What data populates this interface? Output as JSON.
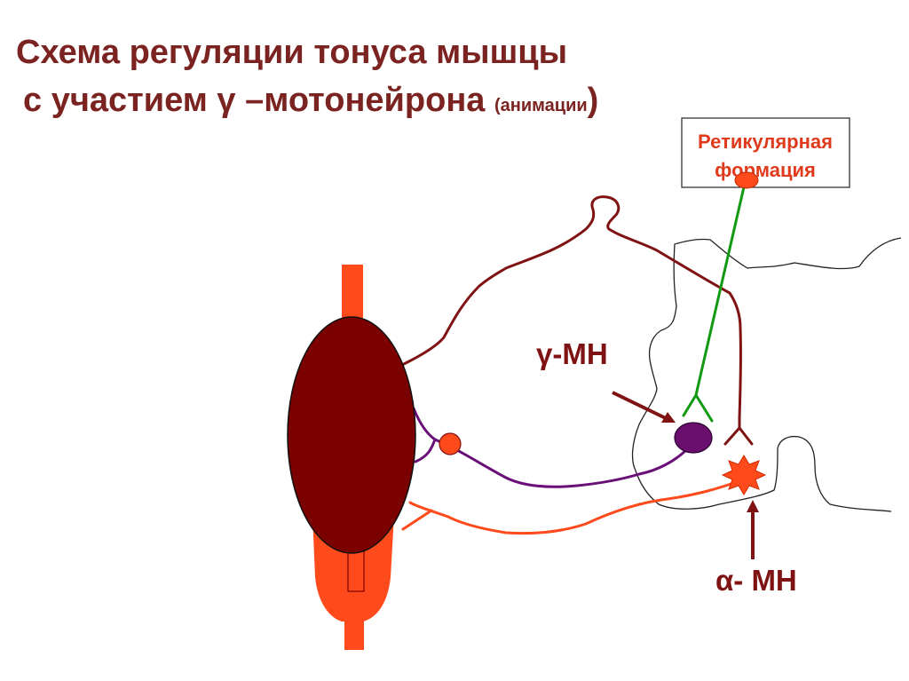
{
  "title": {
    "line1": "Схема регуляции тонуса мышцы",
    "line2_main": "с участием γ –мотонейрона",
    "line2_note": "(анимации",
    "line2_close": ")"
  },
  "labels": {
    "reticular_line1": "Ретикулярная",
    "reticular_line2": "формация",
    "gamma_mn": "γ-МН",
    "alpha_mn": "α- МН"
  },
  "colors": {
    "title": "#7a2320",
    "muscle_belly": "#7b0000",
    "tendon": "#ff4a1c",
    "afferent": "#7f1212",
    "gamma_fiber": "#6a0f78",
    "alpha_fiber": "#ff4a1c",
    "reticular_tract": "#119911",
    "reticular_text": "#e03a1c",
    "gamma_neuron": "#6a0f6e",
    "spinal_outline": "#222222"
  }
}
